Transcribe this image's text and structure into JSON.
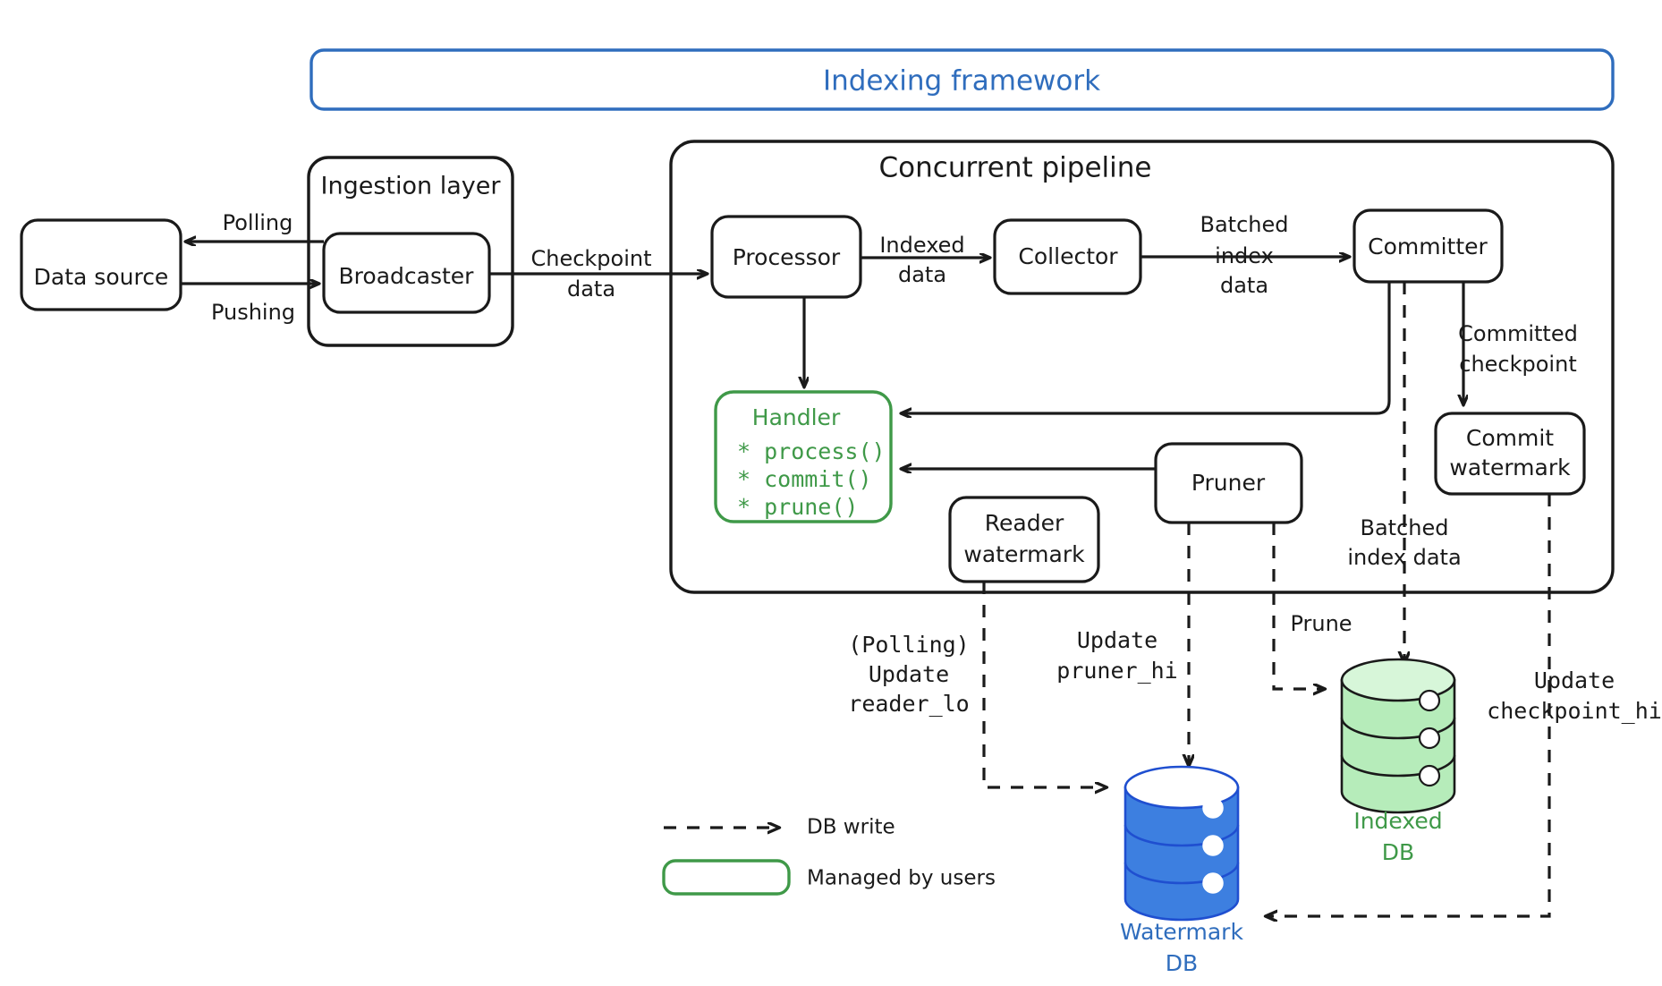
{
  "diagram": {
    "title": "Indexing framework",
    "framework_label": "Indexing framework",
    "ingestion_group_label": "Ingestion layer",
    "pipeline_group_label": "Concurrent pipeline"
  },
  "nodes": {
    "data_source": "Data source",
    "broadcaster": "Broadcaster",
    "processor": "Processor",
    "collector": "Collector",
    "committer": "Committer",
    "commit_watermark_line1": "Commit",
    "commit_watermark_line2": "watermark",
    "reader_watermark_line1": "Reader",
    "reader_watermark_line2": "watermark",
    "pruner": "Pruner",
    "handler_title": "Handler",
    "handler_methods": [
      "* process()",
      "* commit()",
      "* prune()"
    ],
    "indexed_db_line1": "Indexed",
    "indexed_db_line2": "DB",
    "watermark_db_line1": "Watermark",
    "watermark_db_line2": "DB"
  },
  "edges": {
    "polling": "Polling",
    "pushing": "Pushing",
    "checkpoint_data_line1": "Checkpoint",
    "checkpoint_data_line2": "data",
    "indexed_data_line1": "Indexed",
    "indexed_data_line2": "data",
    "batched_index_data_line1": "Batched",
    "batched_index_data_line2": "index",
    "batched_index_data_line3": "data",
    "committed_checkpoint_line1": "Committed",
    "committed_checkpoint_line2": "checkpoint",
    "batched_index_data_b_line1": "Batched",
    "batched_index_data_b_line2": "index data",
    "prune": "Prune",
    "polling_update_line1": "(Polling)",
    "polling_update_line2": "Update",
    "polling_update_line3": "reader_lo",
    "update_pruner_line1": "Update",
    "update_pruner_line2": "pruner_hi",
    "update_checkpoint_line1": "Update",
    "update_checkpoint_line2": "checkpoint_hi"
  },
  "legend": {
    "db_write": "DB write",
    "managed_by_users": "Managed by users"
  },
  "colors": {
    "accent_blue": "#2f6dbd",
    "accent_green": "#3f9948",
    "ink": "#1a1a1a",
    "db_green_fill": "#b6ecba",
    "db_blue_fill": "#3d7fe0",
    "background": "#ffffff"
  }
}
